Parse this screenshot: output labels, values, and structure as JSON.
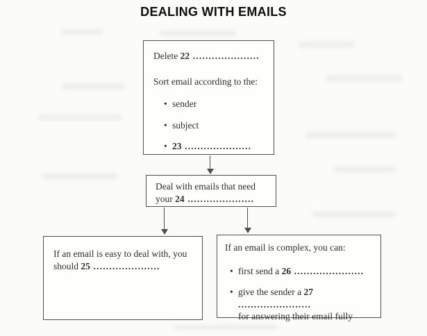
{
  "page": {
    "title": "DEALING WITH EMAILS"
  },
  "colors": {
    "border": "#4e4e4e",
    "text": "#2e2e2e",
    "background": "#fbfbf9"
  },
  "flowchart": {
    "top_box": {
      "delete_prefix": "Delete ",
      "delete_number": "22",
      "delete_dots": " .....................",
      "sort_line": "Sort email according to the:",
      "bullets": [
        {
          "glyph": "•",
          "text": "sender"
        },
        {
          "glyph": "•",
          "text": "subject"
        },
        {
          "glyph": "•",
          "number": "23",
          "dots": " ....................."
        }
      ]
    },
    "middle_box": {
      "line1": "Deal with emails that need",
      "line2_prefix": "your ",
      "line2_number": "24",
      "line2_dots": " ....................."
    },
    "left_box": {
      "line1": "If an email is easy to deal with, you",
      "line2_prefix": "should ",
      "line2_number": "25",
      "line2_dots": " ....................."
    },
    "right_box": {
      "intro": "If an email is complex, you can:",
      "bullet1": {
        "glyph": "•",
        "prefix": "first send a ",
        "number": "26",
        "dots": " ......................"
      },
      "bullet2": {
        "glyph": "•",
        "prefix": "give the sender a ",
        "number": "27",
        "dots": " .......................",
        "line2": "for answering their email fully"
      }
    }
  }
}
